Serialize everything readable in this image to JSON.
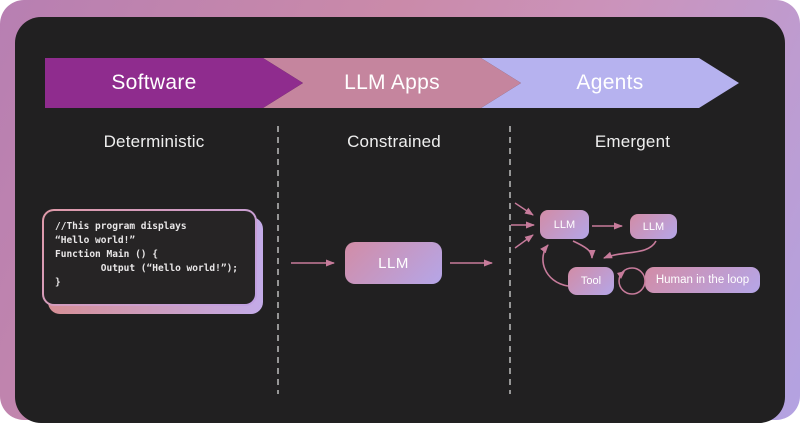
{
  "banner": {
    "segments": [
      {
        "label": "Software",
        "color": "#8f2c8e"
      },
      {
        "label": "LLM Apps",
        "color": "#c5859e"
      },
      {
        "label": "Agents",
        "color": "#b6b2ef"
      }
    ]
  },
  "sections": [
    {
      "label": "Deterministic"
    },
    {
      "label": "Constrained"
    },
    {
      "label": "Emergent"
    }
  ],
  "code_block": {
    "code": "//This program displays\n“Hello world!”\nFunction Main () {\n        Output (“Hello world!”);\n}"
  },
  "middle": {
    "llm_label": "LLM"
  },
  "agents": {
    "llm1": "LLM",
    "llm2": "LLM",
    "tool": "Tool",
    "human": "Human in the loop"
  },
  "colors": {
    "page_bg": "#ffffff",
    "frame_g1": "#b77fb2",
    "frame_g2": "#ca8aa9",
    "frame_g3": "#cb93bb",
    "frame_g4": "#b3a3e2",
    "card_bg": "#212021",
    "arrow": "#c77b9b",
    "divider": "#969696",
    "text_light": "#efefef",
    "box_gradient_start": "#d28ca6",
    "box_gradient_end": "#b5a6e8",
    "code_shadow_start": "#d68f96",
    "code_shadow_end": "#c3abe8",
    "code_border_start": "#e09aa8",
    "code_border_end": "#bfa0e4",
    "code_bg": "#262425",
    "code_text": "#e9e7e8"
  }
}
